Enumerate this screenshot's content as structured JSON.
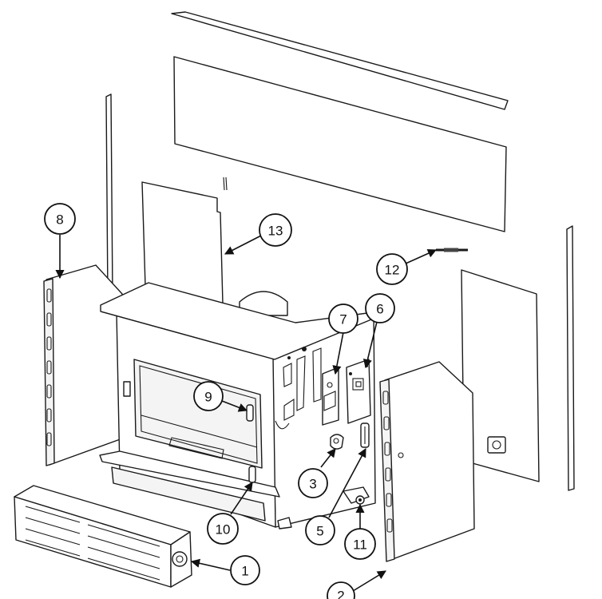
{
  "callouts": [
    {
      "id": "1",
      "label": "1"
    },
    {
      "id": "2",
      "label": "2"
    },
    {
      "id": "3",
      "label": "3"
    },
    {
      "id": "5",
      "label": "5"
    },
    {
      "id": "6",
      "label": "6"
    },
    {
      "id": "7",
      "label": "7"
    },
    {
      "id": "8",
      "label": "8"
    },
    {
      "id": "9",
      "label": "9"
    },
    {
      "id": "10",
      "label": "10"
    },
    {
      "id": "11",
      "label": "11"
    },
    {
      "id": "12",
      "label": "12"
    },
    {
      "id": "13",
      "label": "13"
    }
  ]
}
